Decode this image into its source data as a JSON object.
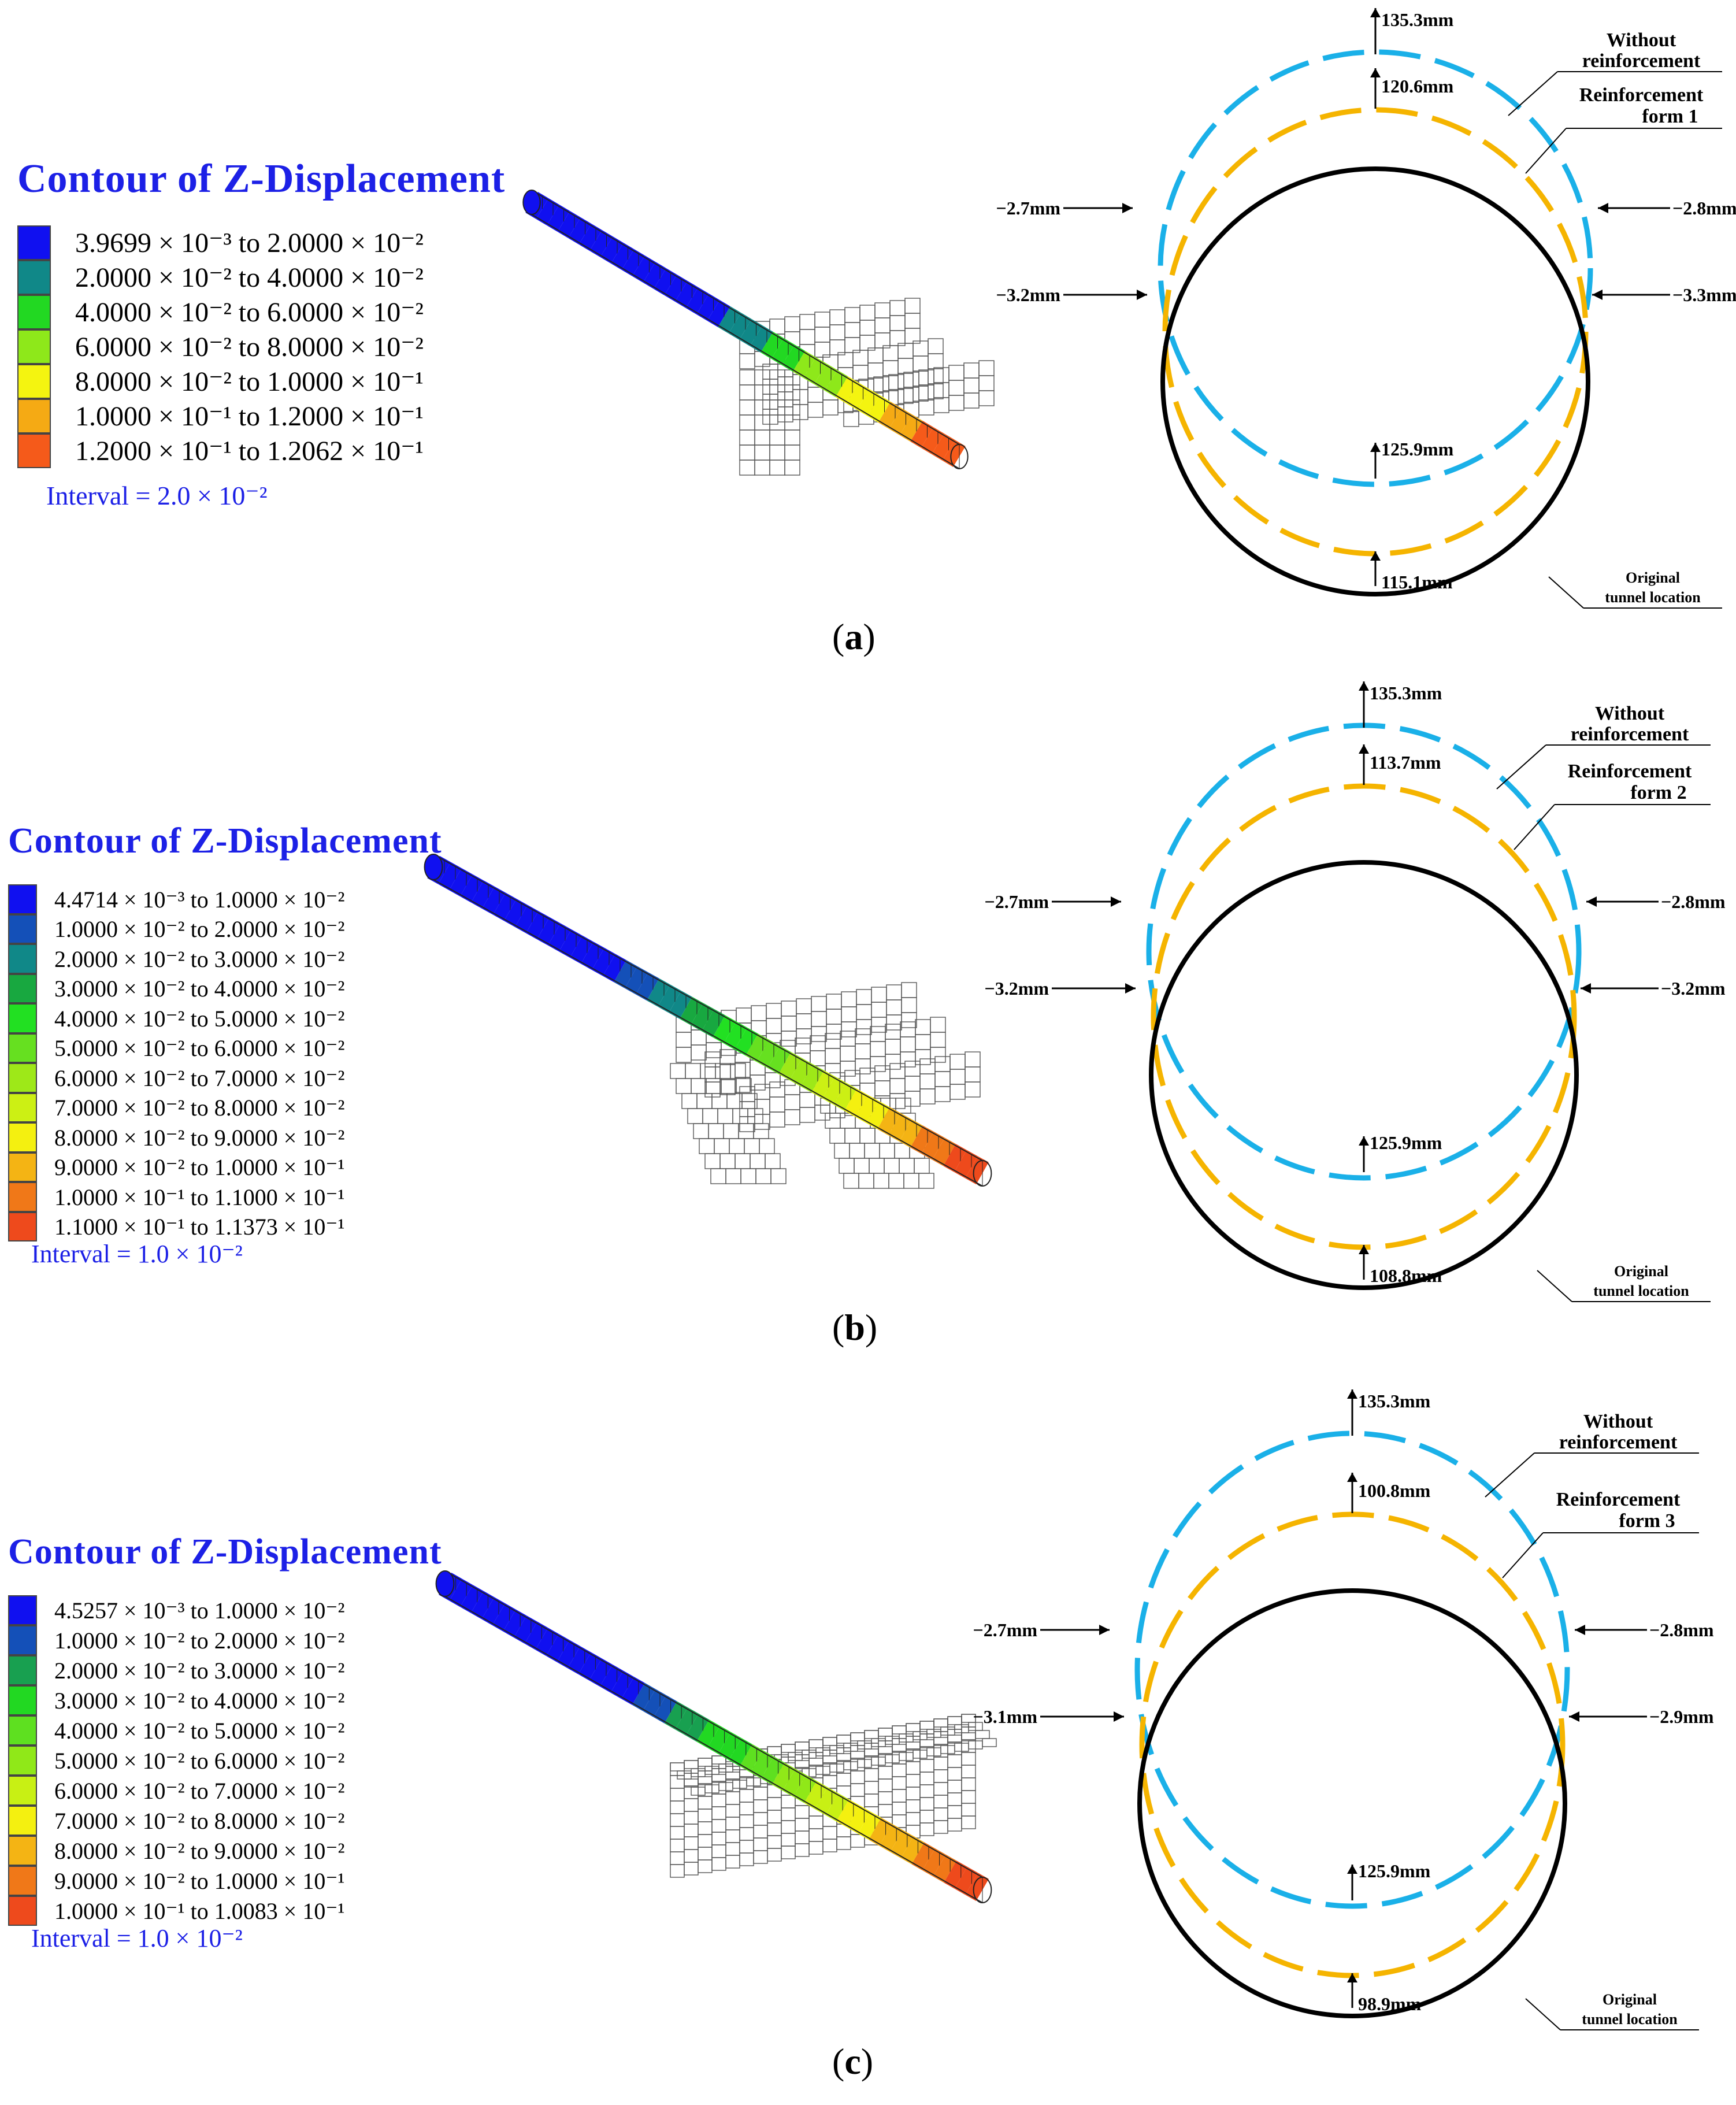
{
  "panels": [
    {
      "id": "a",
      "caption_letter": "a",
      "legend_title": "Contour  of  Z-Displacement",
      "interval": "Interval = 2.0 × 10⁻²",
      "legend": [
        {
          "color": "#1010f0",
          "label": "3.9699 × 10⁻³ to 2.0000 × 10⁻²"
        },
        {
          "color": "#108888",
          "label": "2.0000 × 10⁻² to 4.0000 × 10⁻²"
        },
        {
          "color": "#22d822",
          "label": "4.0000 × 10⁻² to 6.0000 × 10⁻²"
        },
        {
          "color": "#8ee81a",
          "label": "6.0000 × 10⁻² to 8.0000 × 10⁻²"
        },
        {
          "color": "#f4f410",
          "label": "8.0000 × 10⁻² to 1.0000 × 10⁻¹"
        },
        {
          "color": "#f5aa14",
          "label": "1.0000 × 10⁻¹ to 1.2000 × 10⁻¹"
        },
        {
          "color": "#f55a1a",
          "label": "1.2000 × 10⁻¹ to 1.2062 × 10⁻¹"
        }
      ],
      "diagram": {
        "top_without": "135.3mm",
        "top_reinforced": "120.6mm",
        "bottom_without": "125.9mm",
        "bottom_reinforced": "115.1mm",
        "left_outer": "−2.7mm",
        "left_inner": "−3.2mm",
        "right_outer": "−2.8mm",
        "right_inner": "−3.3mm",
        "label_without": [
          "Without",
          "reinforcement"
        ],
        "label_reinforcement": [
          "Reinforcement",
          "form 1"
        ],
        "label_original": [
          "Original",
          "tunnel location"
        ]
      }
    },
    {
      "id": "b",
      "caption_letter": "b",
      "legend_title": "Contour  of  Z-Displacement",
      "interval": "Interval = 1.0 × 10⁻²",
      "legend": [
        {
          "color": "#1010f0",
          "label": "4.4714 × 10⁻³ to 1.0000 × 10⁻²"
        },
        {
          "color": "#1450b8",
          "label": "1.0000 × 10⁻² to 2.0000 × 10⁻²"
        },
        {
          "color": "#108888",
          "label": "2.0000 × 10⁻² to 3.0000 × 10⁻²"
        },
        {
          "color": "#18a840",
          "label": "3.0000 × 10⁻² to 4.0000 × 10⁻²"
        },
        {
          "color": "#22e022",
          "label": "4.0000 × 10⁻² to 5.0000 × 10⁻²"
        },
        {
          "color": "#66e020",
          "label": "5.0000 × 10⁻² to 6.0000 × 10⁻²"
        },
        {
          "color": "#9ee818",
          "label": "6.0000 × 10⁻² to 7.0000 × 10⁻²"
        },
        {
          "color": "#ccf014",
          "label": "7.0000 × 10⁻² to 8.0000 × 10⁻²"
        },
        {
          "color": "#f4f010",
          "label": "8.0000 × 10⁻² to 9.0000 × 10⁻²"
        },
        {
          "color": "#f4b414",
          "label": "9.0000 × 10⁻² to 1.0000 × 10⁻¹"
        },
        {
          "color": "#f07818",
          "label": "1.0000 × 10⁻¹ to 1.1000 × 10⁻¹"
        },
        {
          "color": "#ee4a1c",
          "label": "1.1000 × 10⁻¹ to 1.1373 × 10⁻¹"
        }
      ],
      "diagram": {
        "top_without": "135.3mm",
        "top_reinforced": "113.7mm",
        "bottom_without": "125.9mm",
        "bottom_reinforced": "108.8mm",
        "left_outer": "−2.7mm",
        "left_inner": "−3.2mm",
        "right_outer": "−2.8mm",
        "right_inner": "−3.2mm",
        "label_without": [
          "Without",
          "reinforcement"
        ],
        "label_reinforcement": [
          "Reinforcement",
          "form 2"
        ],
        "label_original": [
          "Original",
          "tunnel location"
        ]
      }
    },
    {
      "id": "c",
      "caption_letter": "c",
      "legend_title": "Contour  of  Z-Displacement",
      "interval": "Interval = 1.0 × 10⁻²",
      "legend": [
        {
          "color": "#1010f0",
          "label": "4.5257 × 10⁻³ to 1.0000 × 10⁻²"
        },
        {
          "color": "#1450b8",
          "label": "1.0000 × 10⁻² to 2.0000 × 10⁻²"
        },
        {
          "color": "#18a050",
          "label": "2.0000 × 10⁻² to 3.0000 × 10⁻²"
        },
        {
          "color": "#22d822",
          "label": "3.0000 × 10⁻² to 4.0000 × 10⁻²"
        },
        {
          "color": "#5ee020",
          "label": "4.0000 × 10⁻² to 5.0000 × 10⁻²"
        },
        {
          "color": "#90e818",
          "label": "5.0000 × 10⁻² to 6.0000 × 10⁻²"
        },
        {
          "color": "#c8f014",
          "label": "6.0000 × 10⁻² to 7.0000 × 10⁻²"
        },
        {
          "color": "#f4f010",
          "label": "7.0000 × 10⁻² to 8.0000 × 10⁻²"
        },
        {
          "color": "#f4b414",
          "label": "8.0000 × 10⁻² to 9.0000 × 10⁻²"
        },
        {
          "color": "#f07818",
          "label": "9.0000 × 10⁻² to 1.0000 × 10⁻¹"
        },
        {
          "color": "#ee4a1c",
          "label": "1.0000 × 10⁻¹ to 1.0083 × 10⁻¹"
        }
      ],
      "diagram": {
        "top_without": "135.3mm",
        "top_reinforced": "100.8mm",
        "bottom_without": "125.9mm",
        "bottom_reinforced": "98.9mm",
        "left_outer": "−2.7mm",
        "left_inner": "−3.1mm",
        "right_outer": "−2.8mm",
        "right_inner": "−2.9mm",
        "label_without": [
          "Without",
          "reinforcement"
        ],
        "label_reinforcement": [
          "Reinforcement",
          "form 3"
        ],
        "label_original": [
          "Original",
          "tunnel location"
        ]
      }
    }
  ],
  "colors": {
    "title_blue": "#1c20e6",
    "without_dash": "#1ab0e8",
    "reinforced_dash": "#f5b400",
    "original_circle": "#000000"
  }
}
